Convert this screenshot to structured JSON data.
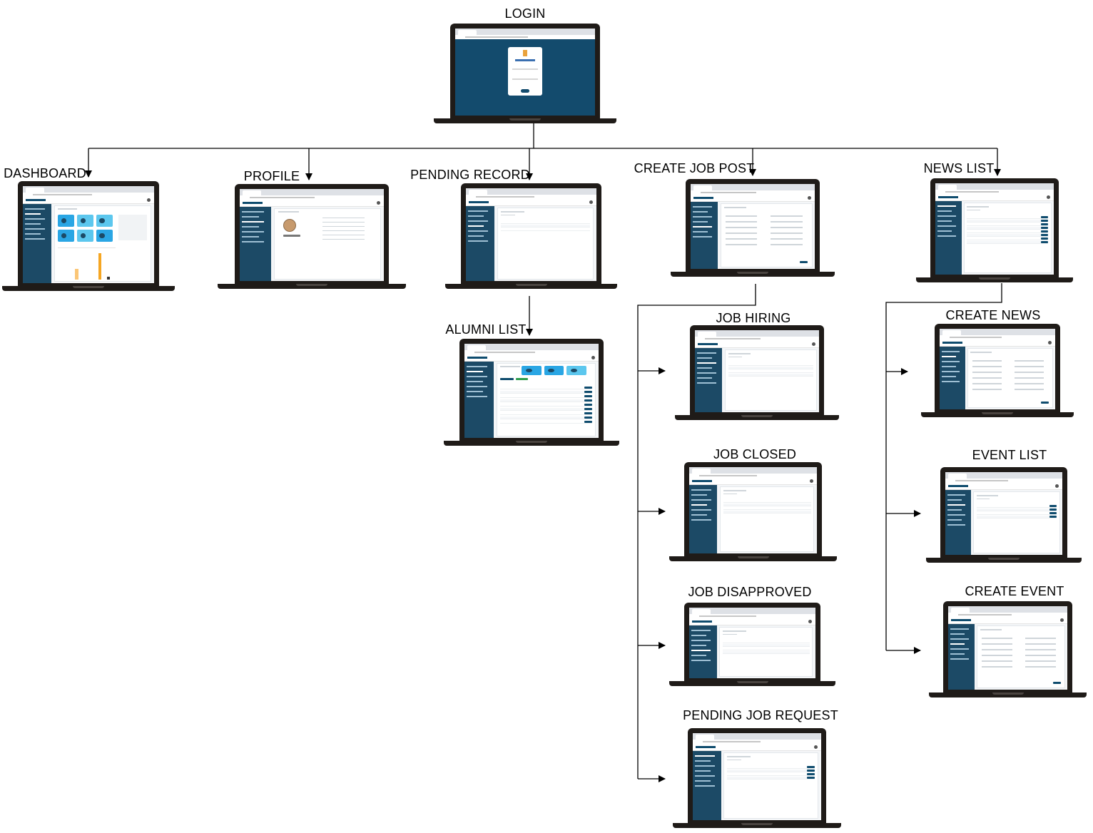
{
  "diagram": {
    "nodes": [
      {
        "id": "login",
        "label": "LOGIN",
        "screen": "login"
      },
      {
        "id": "dashboard",
        "label": "DASHBOARD",
        "screen": "dashboard"
      },
      {
        "id": "profile",
        "label": "PROFILE",
        "screen": "profile"
      },
      {
        "id": "pending-record",
        "label": "PENDING RECORD",
        "screen": "table"
      },
      {
        "id": "create-job-post",
        "label": "CREATE JOB POST",
        "screen": "form"
      },
      {
        "id": "news-list",
        "label": "NEWS LIST",
        "screen": "table"
      },
      {
        "id": "alumni-list",
        "label": "ALUMNI LIST",
        "screen": "alumni"
      },
      {
        "id": "job-hiring",
        "label": "JOB HIRING",
        "screen": "table"
      },
      {
        "id": "job-closed",
        "label": "JOB CLOSED",
        "screen": "table"
      },
      {
        "id": "job-disapproved",
        "label": "JOB DISAPPROVED",
        "screen": "table"
      },
      {
        "id": "pending-job-request",
        "label": "PENDING JOB REQUEST",
        "screen": "table"
      },
      {
        "id": "create-news",
        "label": "CREATE NEWS",
        "screen": "form"
      },
      {
        "id": "event-list",
        "label": "EVENT LIST",
        "screen": "table"
      },
      {
        "id": "create-event",
        "label": "CREATE EVENT",
        "screen": "form"
      }
    ],
    "edges": [
      {
        "from": "login",
        "to": "dashboard"
      },
      {
        "from": "login",
        "to": "profile"
      },
      {
        "from": "login",
        "to": "pending-record"
      },
      {
        "from": "login",
        "to": "create-job-post"
      },
      {
        "from": "login",
        "to": "news-list"
      },
      {
        "from": "pending-record",
        "to": "alumni-list"
      },
      {
        "from": "create-job-post",
        "to": "job-hiring"
      },
      {
        "from": "create-job-post",
        "to": "job-closed"
      },
      {
        "from": "create-job-post",
        "to": "job-disapproved"
      },
      {
        "from": "create-job-post",
        "to": "pending-job-request"
      },
      {
        "from": "news-list",
        "to": "create-news"
      },
      {
        "from": "news-list",
        "to": "event-list"
      },
      {
        "from": "news-list",
        "to": "create-event"
      }
    ]
  },
  "colors": {
    "laptop": "#1f1b18",
    "app_sidebar": "#1c4a66",
    "login_background": "#134b6d",
    "stat_card": "#2aa6e4",
    "chart_bar": "#f5a623",
    "connector": "#000000"
  }
}
